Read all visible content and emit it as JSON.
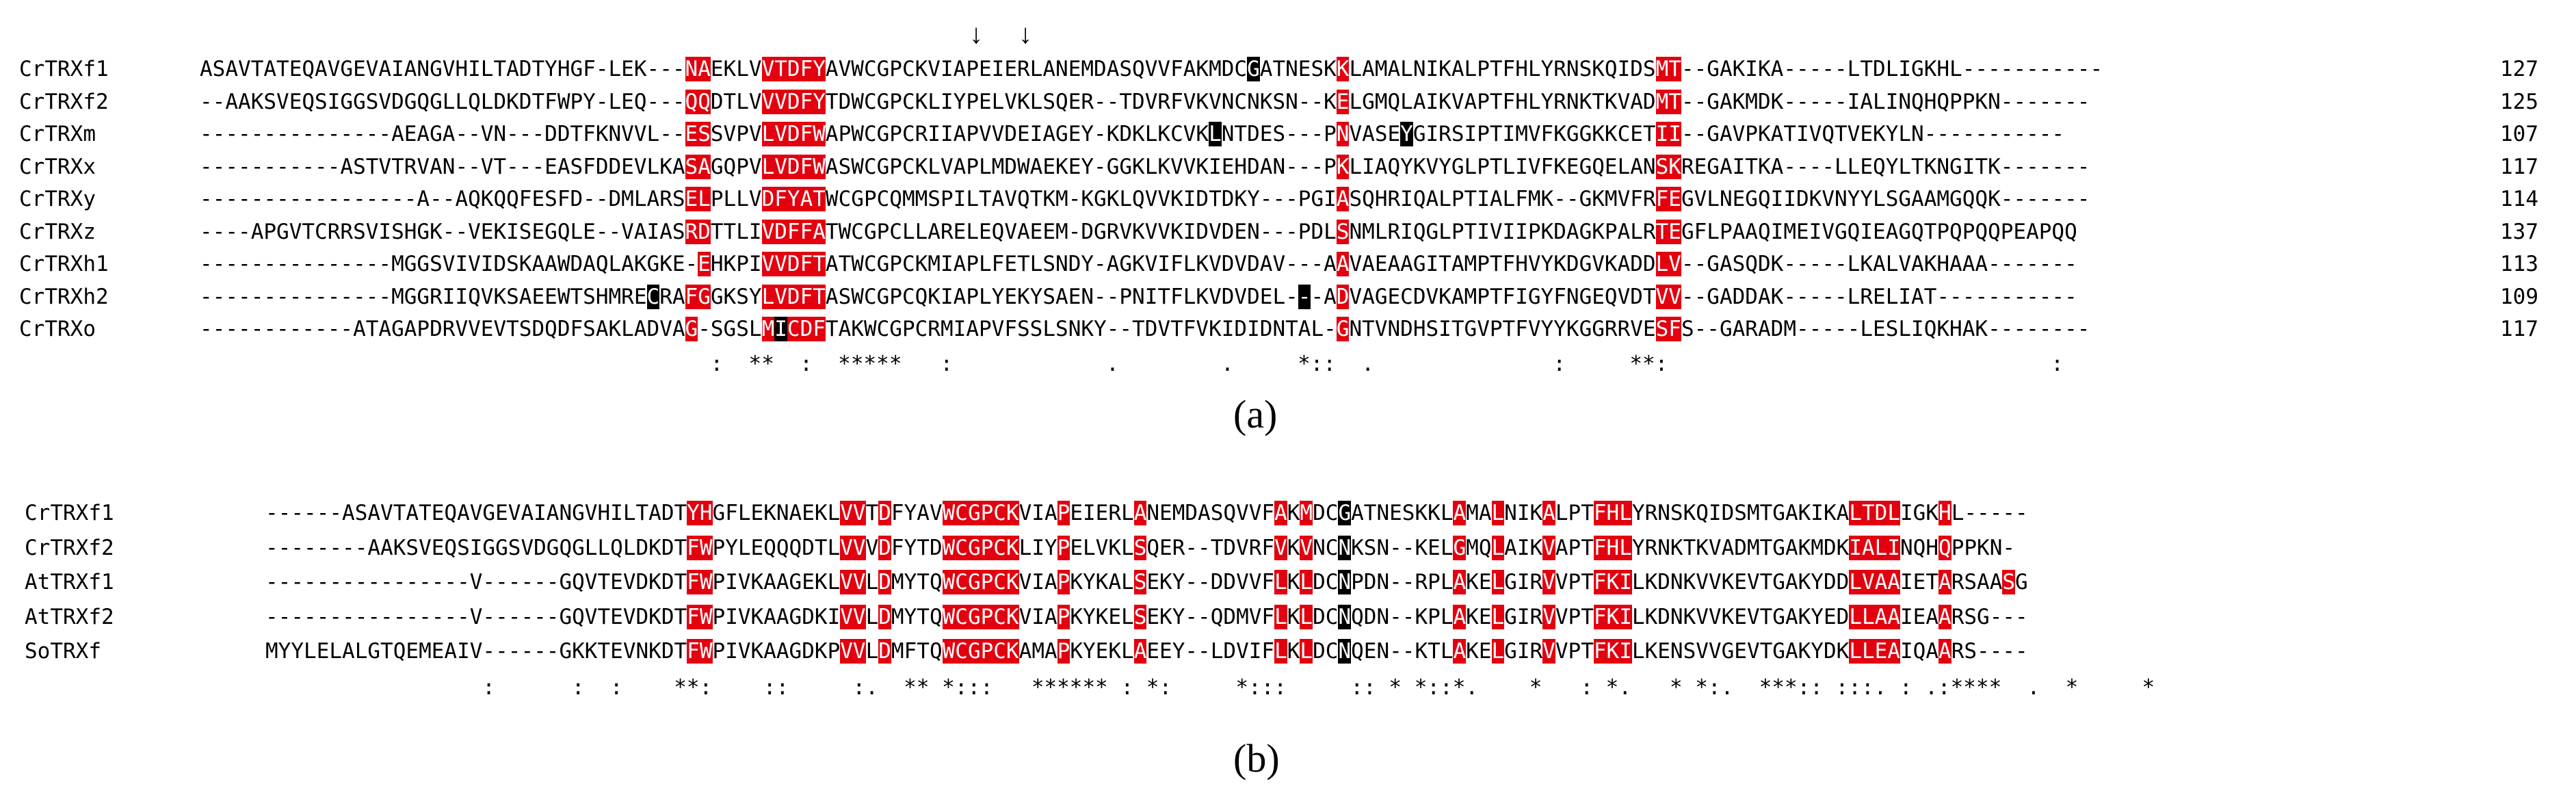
{
  "panel_a": {
    "arrows": [
      "↓",
      "↓"
    ],
    "rows": [
      {
        "name": "CrTRXf1",
        "seq": "ASAVTATEQAVGEVAIANGVHILTADTYHGF-LEK---NAEKLVVTDFYAVWCGPCKVIAPEIERLANEMDASQVVFAKMDCGATNESKKLAMALNIKALPTFHLYRNSKQIDSMT--GAKIKA-----LTDLIGKHL-----------",
        "num": "127"
      },
      {
        "name": "CrTRXf2",
        "seq": "--AAKSVEQSIGGSVDGQGLLQLDKDTFWPY-LEQ---QQDTLVVVDFYTDWCGPCKLIYPELVKLSQER--TDVRFVKVNCNKSN--KELGMQLAIKVAPTFHLYRNKTKVADMT--GAKMDK-----IALINQHQPPKN-------",
        "num": "125"
      },
      {
        "name": "CrTRXm",
        "seq": "---------------AEAGA--VN---DDTFKNVVL--ESSVPVLVDFWAPWCGPCRIIAPVVDEIAGEY-KDKLKCVKLNTDES---PNVASEYGIRSIPTIMVFKGGKKCETII--GAVPKATIVQTVEKYLN-----------",
        "num": "107"
      },
      {
        "name": "CrTRXx",
        "seq": "-----------ASTVTRVAN--VT---EASFDDEVLKASAGQPVLVDFWASWCGPCKLVAPLMDWAEKEY-GGKLKVVKIEHDAN---PKLIAQYKVYGLPTLIVFKEGQELANSKREGAITKA----LLEQYLTKNGITK-------",
        "num": "117"
      },
      {
        "name": "CrTRXy",
        "seq": "-----------------A--AQKQQFESFD--DMLARSELPLLVDFYATWCGPCQMMSPILTAVQTKM-KGKLQVVKIDTDKY---PGIASQHRIQALPTIALFMK--GKMVFRFEGVLNEGQIIDKVNYYLSGAAMGQQK-------",
        "num": "114"
      },
      {
        "name": "CrTRXz",
        "seq": "----APGVTCRRSVISHGK--VEKISEGQLE--VAIASRDTTLIVDFFATWCGPCLLARELEQVAEEM-DGRVKVVKIDVDEN---PDLSNMLRIQGLPTIVIIPKDAGKPALRTEGFLPAAQIMEIVGQIEAGQTPQPQQPEAPQQ",
        "num": "137"
      },
      {
        "name": "CrTRXh1",
        "seq": "---------------MGGSVIVIDSKAAWDAQLAKGKE-EHKPIVVDFTATWCGPCKMIAPLFETLSNDY-AGKVIFLKVDVDAV---AAVAEAAGITAMPTFHVYKDGVKADDLV--GASQDK-----LKALVAKHAAA-------",
        "num": "113"
      },
      {
        "name": "CrTRXh2",
        "seq": "---------------MGGRIIQVKSAEEWTSHMRECRAFGGKSYLVDFTASWCGPCQKIAPLYEKYSAEN--PNITFLKVDVDEL---ADVAGECDVKAMPTFIGYFNGEQVDTVV--GADDAK-----LRELIAT-----------",
        "num": "109"
      },
      {
        "name": "CrTRXo",
        "seq": "------------ATAGAPDRVVEVTSDQDFSAKLADVAG-SGSLMICDFTAKWCGPCRMIAPVFSSLSNKY--TDVTFVKIDIDNTAL-GNTVNDHSITGVPTFVYYKGGRRVESFS--GARADM-----LESLIQKHAK--------",
        "num": "117"
      }
    ],
    "conservation": "                                        :  **  :  *****   :            .        .     *::  .              :     **:                              :",
    "caption": "(a)"
  },
  "panel_b": {
    "rows": [
      {
        "name": "CrTRXf1",
        "seq": "------ASAVTATEQAVGEVAIANGVHILTADTYHGFLEKNAEKLVVTDFYAVWCGPCKVIAPEIERLANEMDASQVVFAKMDCGATNESKKLAMALNIKALPTFHLYRNSKQIDSMTGAKIKALTDLIGKHL-----"
      },
      {
        "name": "CrTRXf2",
        "seq": "--------AAKSVEQSIGGSVDGQGLLQLDKDTFWPYLEQQQDTLVVVDFYTDWCGPCKLIYPELVKLSQER--TDVRFVKVNCNKSN--KELGMQLAIKVAPTFHLYRNKTKVADMTGAKMDKIALINQHQPPKN-"
      },
      {
        "name": "AtTRXf1",
        "seq": "----------------V------GQVTEVDKDTFWPIVKAAGEKLVVLDMYTQWCGPCKVIAPKYKALSEKY--DDVVFLKLDCNPDN--RPLAKELGIRVVPTFKILKDNKVVKEVTGAKYDDLVAAIETARSAASG"
      },
      {
        "name": "AtTRXf2",
        "seq": "----------------V------GQVTEVDKDTFWPIVKAAGDKIVVLDMYTQWCGPCKVIAPKYKELSEKY--QDMVFLKLDCNQDN--KPLAKELGIRVVPTFKILKDNKVVKEVTGAKYEDLLAAIEAARSG---"
      },
      {
        "name": "SoTRXf",
        "seq": "MYYLELALGTQEMEAIV------GKKTEVNKDTFWPIVKAAGDKPVVLDMFTQWCGPCKAMAPKYEKLAEEY--LDVIFLKLDCNQEN--KTLAKELGIRVVPTFKILKENSVVGEVTGAKYDKLLEAIQAARS----"
      }
    ],
    "conservation": "                 :      :  :    **:    ::     :.  ** *:::   ****** : *:     *:::     :: * *::*.    *   : *.   * *:.  ***:: :::. : .:****  .  *     *",
    "caption": "(b)"
  }
}
